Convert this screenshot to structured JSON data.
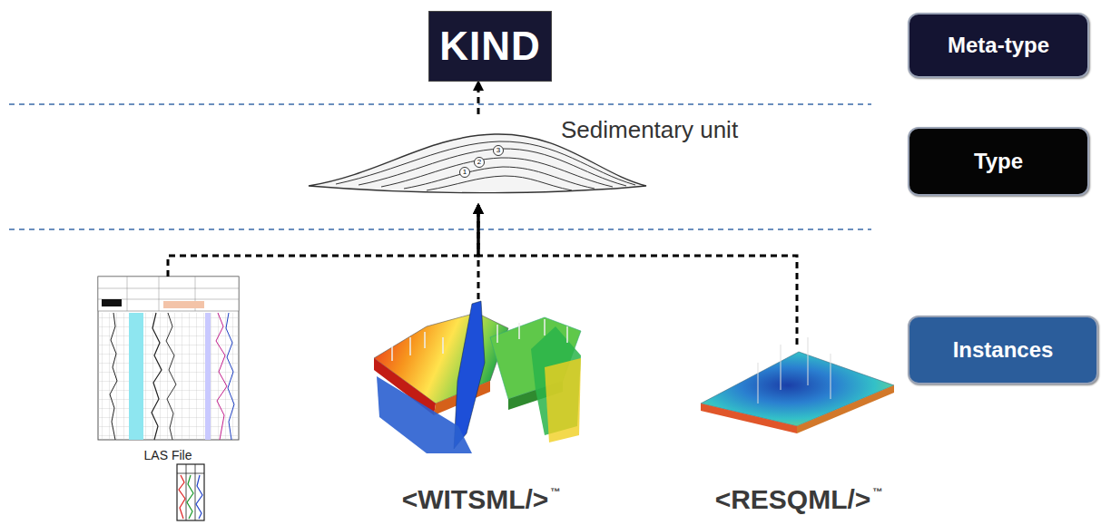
{
  "diagram": {
    "nodes": [
      {
        "text": [
          "KIND"
        ]
      },
      {
        "text": [
          "Meta-type"
        ]
      },
      {
        "text": [
          "Sedimentary unit"
        ]
      },
      {
        "text": [
          "Type"
        ]
      },
      {
        "text": [
          "LAS File"
        ]
      },
      {
        "text": [
          "<WITSML/>",
          "™"
        ]
      },
      {
        "text": [
          "<RESQML/>",
          "™"
        ]
      },
      {
        "text": [
          "Instances"
        ]
      }
    ],
    "edges": [
      {
        "from": 2,
        "to": 0,
        "arrow": "to"
      },
      {
        "from": 4,
        "to": 2,
        "arrow": "to"
      },
      {
        "from": 5,
        "to": 2,
        "arrow": "to"
      },
      {
        "from": 6,
        "to": 2,
        "arrow": "to"
      }
    ],
    "labels": [
      "1",
      "2",
      "3"
    ]
  }
}
